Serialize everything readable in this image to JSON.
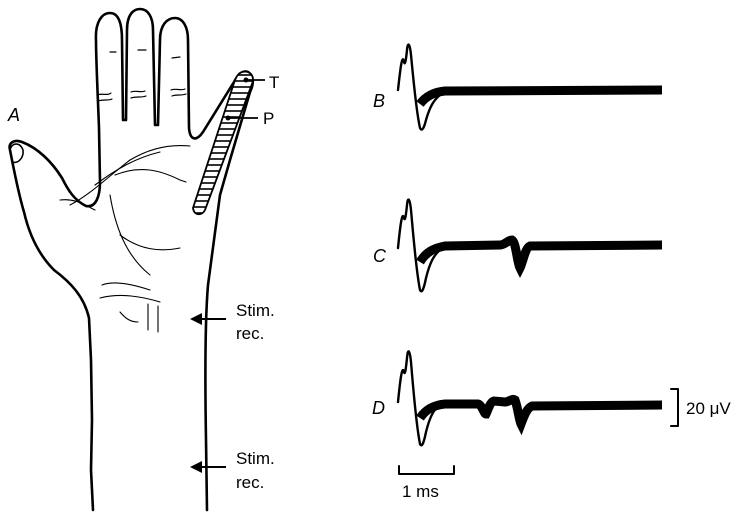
{
  "panel_labels": {
    "a": "A",
    "b": "B",
    "c": "C",
    "d": "D"
  },
  "hand_labels": {
    "t": "T",
    "p": "P",
    "stim1_line1": "Stim.",
    "stim1_line2": "rec.",
    "stim2_line1": "Stim.",
    "stim2_line2": "rec."
  },
  "scale": {
    "time_label": "1 ms",
    "amplitude_label": "20 μV"
  }
}
